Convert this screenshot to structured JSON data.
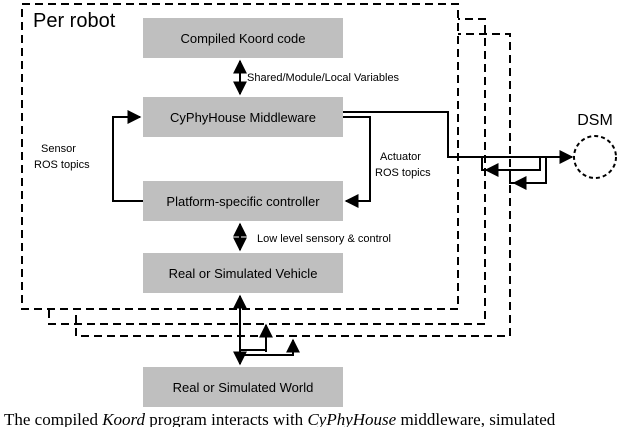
{
  "title": "Per robot",
  "boxes": {
    "compiled": "Compiled Koord code",
    "middleware": "CyPhyHouse Middleware",
    "controller": "Platform-specific controller",
    "vehicle": "Real or Simulated Vehicle",
    "world": "Real or Simulated World"
  },
  "labels": {
    "shared": "Shared/Module/Local Variables",
    "sensor_line1": "Sensor",
    "sensor_line2": "ROS topics",
    "actuator_line1": "Actuator",
    "actuator_line2": "ROS topics",
    "low_level": "Low level sensory & control",
    "dsm": "DSM"
  },
  "caption": {
    "part1": "The compiled ",
    "part2": "Koord",
    "part3": " program interacts with ",
    "part4": "CyPhyHouse",
    "part5": " middleware, simulated"
  },
  "colors": {
    "box_fill": "#bfbfbf",
    "line": "#000000"
  }
}
